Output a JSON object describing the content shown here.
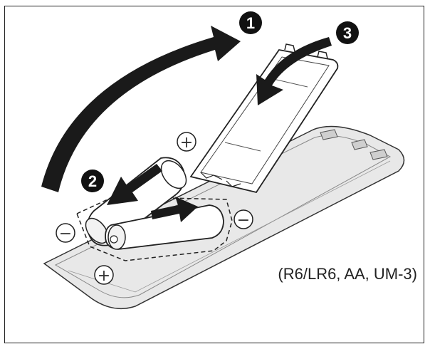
{
  "caption": "(R6/LR6, AA, UM-3)",
  "steps": [
    {
      "label": "1",
      "action": "remove-cover"
    },
    {
      "label": "2",
      "action": "insert-batteries"
    },
    {
      "label": "3",
      "action": "replace-cover"
    }
  ],
  "polarity": {
    "plus": "+",
    "minus": "−"
  },
  "colors": {
    "outline": "#222222",
    "remote_fill": "#e6e6e6",
    "arrow": "#1a1a1a",
    "background": "#ffffff"
  },
  "icons": [
    "curved-arrow",
    "battery",
    "battery-cover",
    "remote-control"
  ]
}
